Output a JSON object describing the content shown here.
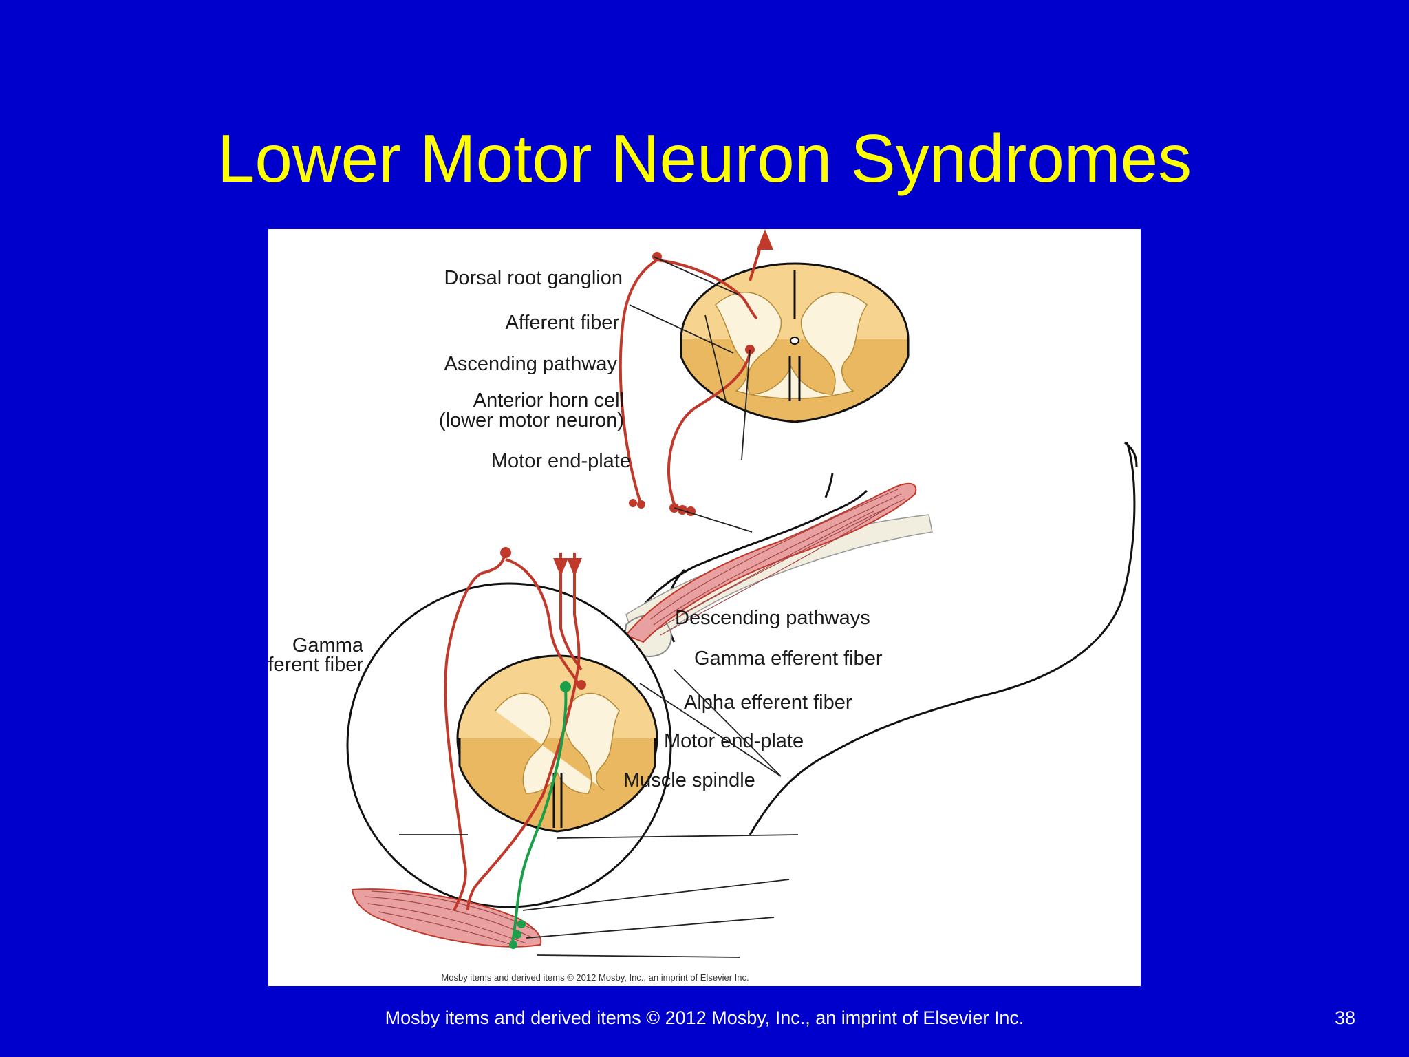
{
  "slide": {
    "title": "Lower Motor Neuron Syndromes",
    "footer": "Mosby items and derived items © 2012 Mosby, Inc., an imprint of Elsevier Inc.",
    "page_number": "38"
  },
  "figure": {
    "labels": {
      "dorsal_root_ganglion": "Dorsal root ganglion",
      "afferent_fiber": "Afferent fiber",
      "ascending_pathway": "Ascending pathway",
      "anterior_horn_line1": "Anterior horn cell",
      "anterior_horn_line2": "(lower motor neuron)",
      "motor_end_plate_top": "Motor end-plate",
      "descending_pathways": "Descending pathways",
      "gamma_afferent_line1": "Gamma",
      "gamma_afferent_line2": "afferent fiber",
      "gamma_efferent_fiber": "Gamma efferent fiber",
      "alpha_efferent_fiber": "Alpha efferent fiber",
      "motor_end_plate_bottom": "Motor end-plate",
      "muscle_spindle": "Muscle spindle"
    },
    "credit": "Mosby items and derived items © 2012 Mosby, Inc., an imprint of Elsevier Inc."
  },
  "colors": {
    "background": "#0000cc",
    "title": "#ffff00",
    "nerve_red": "#c0392b",
    "gamma_green": "#1a9e4a",
    "cord_tan": "#f6d48f",
    "muscle_pink": "#e8a0a0"
  }
}
